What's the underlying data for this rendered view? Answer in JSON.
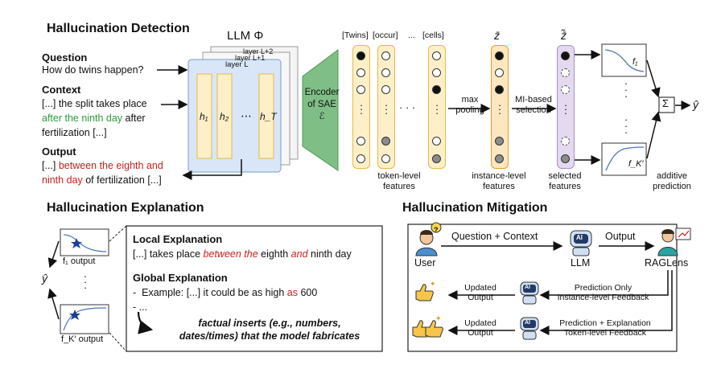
{
  "detection": {
    "title": "Hallucination Detection",
    "question_label": "Question",
    "question_text": "How do twins happen?",
    "context_label": "Context",
    "context_line1": "[...] the split takes place",
    "context_line2_green": "after the ninth day",
    "context_line2_rest": " after",
    "context_line3": "fertilization [...]",
    "output_label": "Output",
    "output_line1_prefix": "[...] ",
    "output_line1_red": "between the eighth and",
    "output_line2_red": "ninth day",
    "output_line2_rest": " of fertilization [...]",
    "llm_title": "LLM Φ",
    "layer_labels": [
      "layer L+2",
      "layer L+1",
      "layer L"
    ],
    "hidden_labels": [
      "h₁",
      "h₂",
      "⋯",
      "h_T"
    ],
    "encoder_lines": [
      "Encoder",
      "of SAE",
      "ℰ"
    ],
    "token_headers": [
      "[Twins]",
      "[occur]",
      "...",
      "[cells]"
    ],
    "h_dots": "· · ·",
    "max_pooling": [
      "max",
      "pooling"
    ],
    "mi_selection": [
      "MI-based",
      "selection"
    ],
    "z_bar": "z̄",
    "z_tilde_bar": "z̄̃",
    "token_level": [
      "token-level",
      "features"
    ],
    "instance_level": [
      "instance-level",
      "features"
    ],
    "selected": [
      "selected",
      "features"
    ],
    "f1": "f₁",
    "fK": "f_K′",
    "sigma": "Σ",
    "y_hat": "ŷ",
    "additive": [
      "additive",
      "prediction"
    ]
  },
  "explanation": {
    "title": "Hallucination Explanation",
    "y_hat": "ŷ",
    "f1_output": "f₁ output",
    "fK_output": "f_K′ output",
    "local_title": "Local Explanation",
    "local_prefix": "[...] takes place ",
    "local_red1": "between the",
    "local_mid": " eighth ",
    "local_red2": "and",
    "local_end": " ninth day",
    "global_title": "Global Explanation",
    "global_dash": "-",
    "global_prefix": "Example: [...] it could be as high ",
    "global_red": "as",
    "global_end": " 600",
    "global_dash2": "- ...",
    "fabricates_line1": "factual inserts (e.g., numbers,",
    "fabricates_line2": "dates/times) that the model fabricates"
  },
  "mitigation": {
    "title": "Hallucination Mitigation",
    "user": "User",
    "question_context": "Question + Context",
    "llm": "LLM",
    "output": "Output",
    "raglens": "RAGLens",
    "updated_output_1": [
      "Updated",
      "Output"
    ],
    "prediction_only": "Prediction Only",
    "instance_feedback": "Instance-level Feedback",
    "updated_output_2": [
      "Updated",
      "Output"
    ],
    "prediction_expl": "Prediction + Explanation",
    "token_feedback": "Token-level Feedback",
    "ai_badge": "AI",
    "question_mark": "?"
  },
  "colors": {
    "green": "#2e9b3c",
    "red": "#cc1f1f",
    "encoder": "#7fbf86",
    "llm_blue": "#d8e6f7",
    "token_col": "#fdf0c8",
    "instance_col": "#fde7c0",
    "selected_col": "#e4d9ef"
  }
}
